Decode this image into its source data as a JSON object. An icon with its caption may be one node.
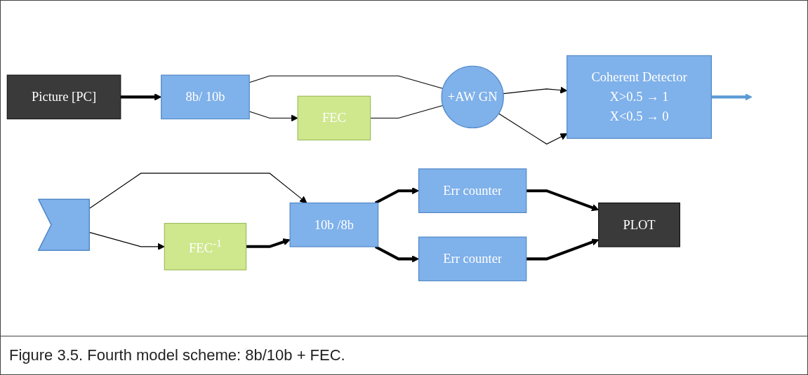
{
  "diagram": {
    "caption": "Figure 3.5. Fourth model scheme: 8b/10b + FEC.",
    "nodes": [
      {
        "text": [
          "Picture [PC]"
        ]
      },
      {
        "text": [
          "8b/ 10b"
        ]
      },
      {
        "text": [
          "FEC"
        ]
      },
      {
        "text": [
          "+AW GN"
        ]
      },
      {
        "text": [
          "Coherent Detector",
          "X>0.5 → 1",
          "X<0.5 → 0"
        ]
      },
      {
        "text": [],
        "shape": "arrow"
      },
      {
        "text": [
          "FEC$^{-1}$"
        ]
      },
      {
        "text": [
          "10b /8b"
        ]
      },
      {
        "text": [
          "Err counter"
        ]
      },
      {
        "text": [
          "Err counter"
        ]
      },
      {
        "text": [
          "PLOT"
        ]
      }
    ],
    "edges": [
      {
        "from": 0,
        "to": 1,
        "arrow": "to",
        "style": "thick"
      },
      {
        "from": 1,
        "to": 3,
        "arrow": "none"
      },
      {
        "from": 3,
        "to": 4,
        "arrow": "to"
      },
      {
        "from": 1,
        "to": 2,
        "arrow": "to"
      },
      {
        "from": 2,
        "to": 3,
        "arrow": "none"
      },
      {
        "from": 3,
        "to": 4,
        "arrow": "to"
      },
      {
        "from": 4,
        "to": null,
        "arrow": "to",
        "style": "thick",
        "color": "#5b9bd5"
      },
      {
        "from": 5,
        "to": 7,
        "arrow": "to"
      },
      {
        "from": 5,
        "to": 6,
        "arrow": "to"
      },
      {
        "from": 6,
        "to": 7,
        "arrow": "to",
        "style": "thick"
      },
      {
        "from": 7,
        "to": 8,
        "arrow": "to",
        "style": "thick"
      },
      {
        "from": 7,
        "to": 9,
        "arrow": "to",
        "style": "thick"
      },
      {
        "from": 8,
        "to": 10,
        "arrow": "to",
        "style": "thick"
      },
      {
        "from": 9,
        "to": 10,
        "arrow": "to",
        "style": "thick"
      }
    ]
  }
}
